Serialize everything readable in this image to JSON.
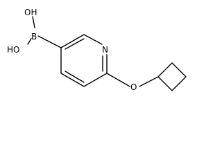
{
  "molecule": {
    "atoms": {
      "oh_top": "OH",
      "oh_left": "HO",
      "boron": "B",
      "nitrogen": "N",
      "oxygen": "O"
    }
  }
}
